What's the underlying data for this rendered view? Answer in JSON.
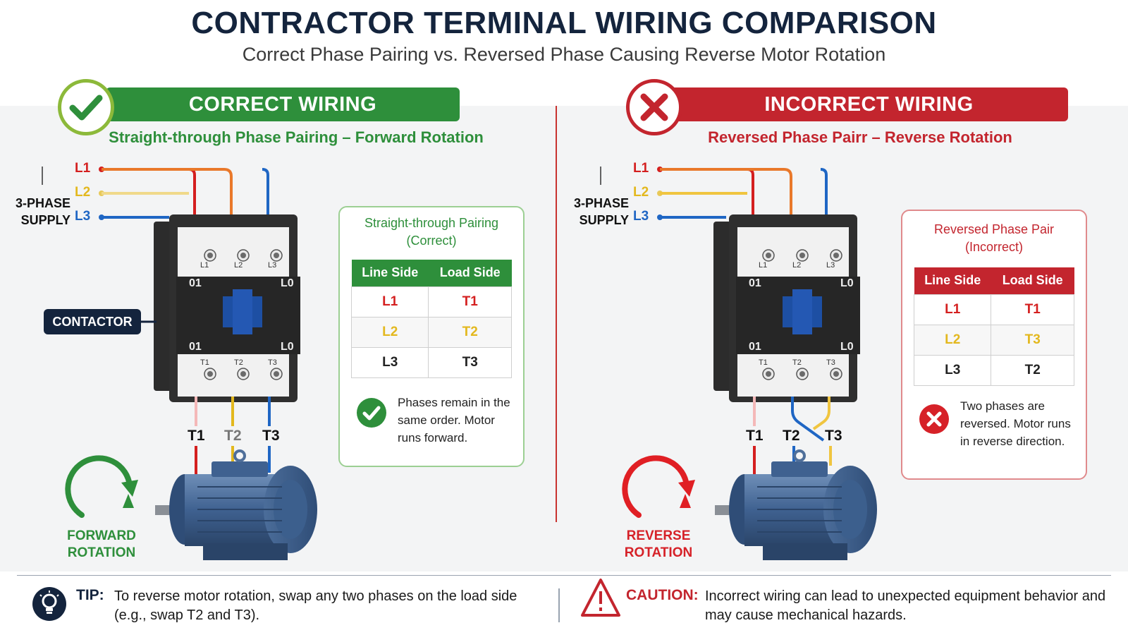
{
  "header": {
    "title": "CONTRACTOR TERMINAL WIRING COMPARISON",
    "subtitle": "Correct Phase Pairing vs. Reversed Phase Causing Reverse Motor Rotation"
  },
  "correct": {
    "banner": "CORRECT WIRING",
    "subtitle": "Straight-through Phase Pairing – Forward Rotation",
    "supply_label_1": "3-PHASE",
    "supply_label_2": "SUPPLY",
    "phases": [
      "L1",
      "L2",
      "L3"
    ],
    "contactor_label": "CONTACTOR",
    "terminals": [
      "T1",
      "T2",
      "T3"
    ],
    "card": {
      "title_1": "Straight-through Pairing",
      "title_2": "(Correct)",
      "col_line": "Line Side",
      "col_load": "Load Side",
      "rows": [
        {
          "line": "L1",
          "load": "T1"
        },
        {
          "line": "L2",
          "load": "T2"
        },
        {
          "line": "L3",
          "load": "T3"
        }
      ],
      "note": "Phases remain in the same order. Motor runs forward."
    },
    "rotation_1": "FORWARD",
    "rotation_2": "ROTATION"
  },
  "incorrect": {
    "banner": "INCORRECT WIRING",
    "subtitle": "Reversed Phase Pairr – Reverse Rotation",
    "supply_label_1": "3-PHASE",
    "supply_label_2": "SUPPLY",
    "phases": [
      "L1",
      "L2",
      "L3"
    ],
    "terminals": [
      "T1",
      "T2",
      "T3"
    ],
    "card": {
      "title_1": "Reversed Phase Pair",
      "title_2": "(Incorrect)",
      "col_line": "Line Side",
      "col_load": "Load Side",
      "rows": [
        {
          "line": "L1",
          "load": "T1"
        },
        {
          "line": "L2",
          "load": "T3"
        },
        {
          "line": "L3",
          "load": "T2"
        }
      ],
      "note": "Two phases are reversed. Motor runs in reverse direction."
    },
    "rotation_1": "REVERSE",
    "rotation_2": "ROTATION"
  },
  "contactor_terminal_marks": [
    "L1",
    "L2",
    "L3",
    "T1",
    "T2",
    "T3"
  ],
  "footer": {
    "tip_label": "TIP:",
    "tip_text": "To reverse motor rotation, swap any two phases on the load side (e.g., swap T2 and T3).",
    "caution_label": "CAUTION:",
    "caution_text": "Incorrect wiring can lead to unexpected equipment behavior and may cause mechanical hazards."
  },
  "colors": {
    "phase_l1": "#d41f1f",
    "phase_l2": "#e3b81e",
    "phase_l3": "#1f66c4",
    "correct": "#2e8f3b",
    "incorrect": "#c3252e",
    "navy": "#14243d"
  },
  "icons": [
    "check-icon",
    "x-icon",
    "lightbulb-icon",
    "warning-icon",
    "forward-rotation-arrow-icon",
    "reverse-rotation-arrow-icon"
  ]
}
